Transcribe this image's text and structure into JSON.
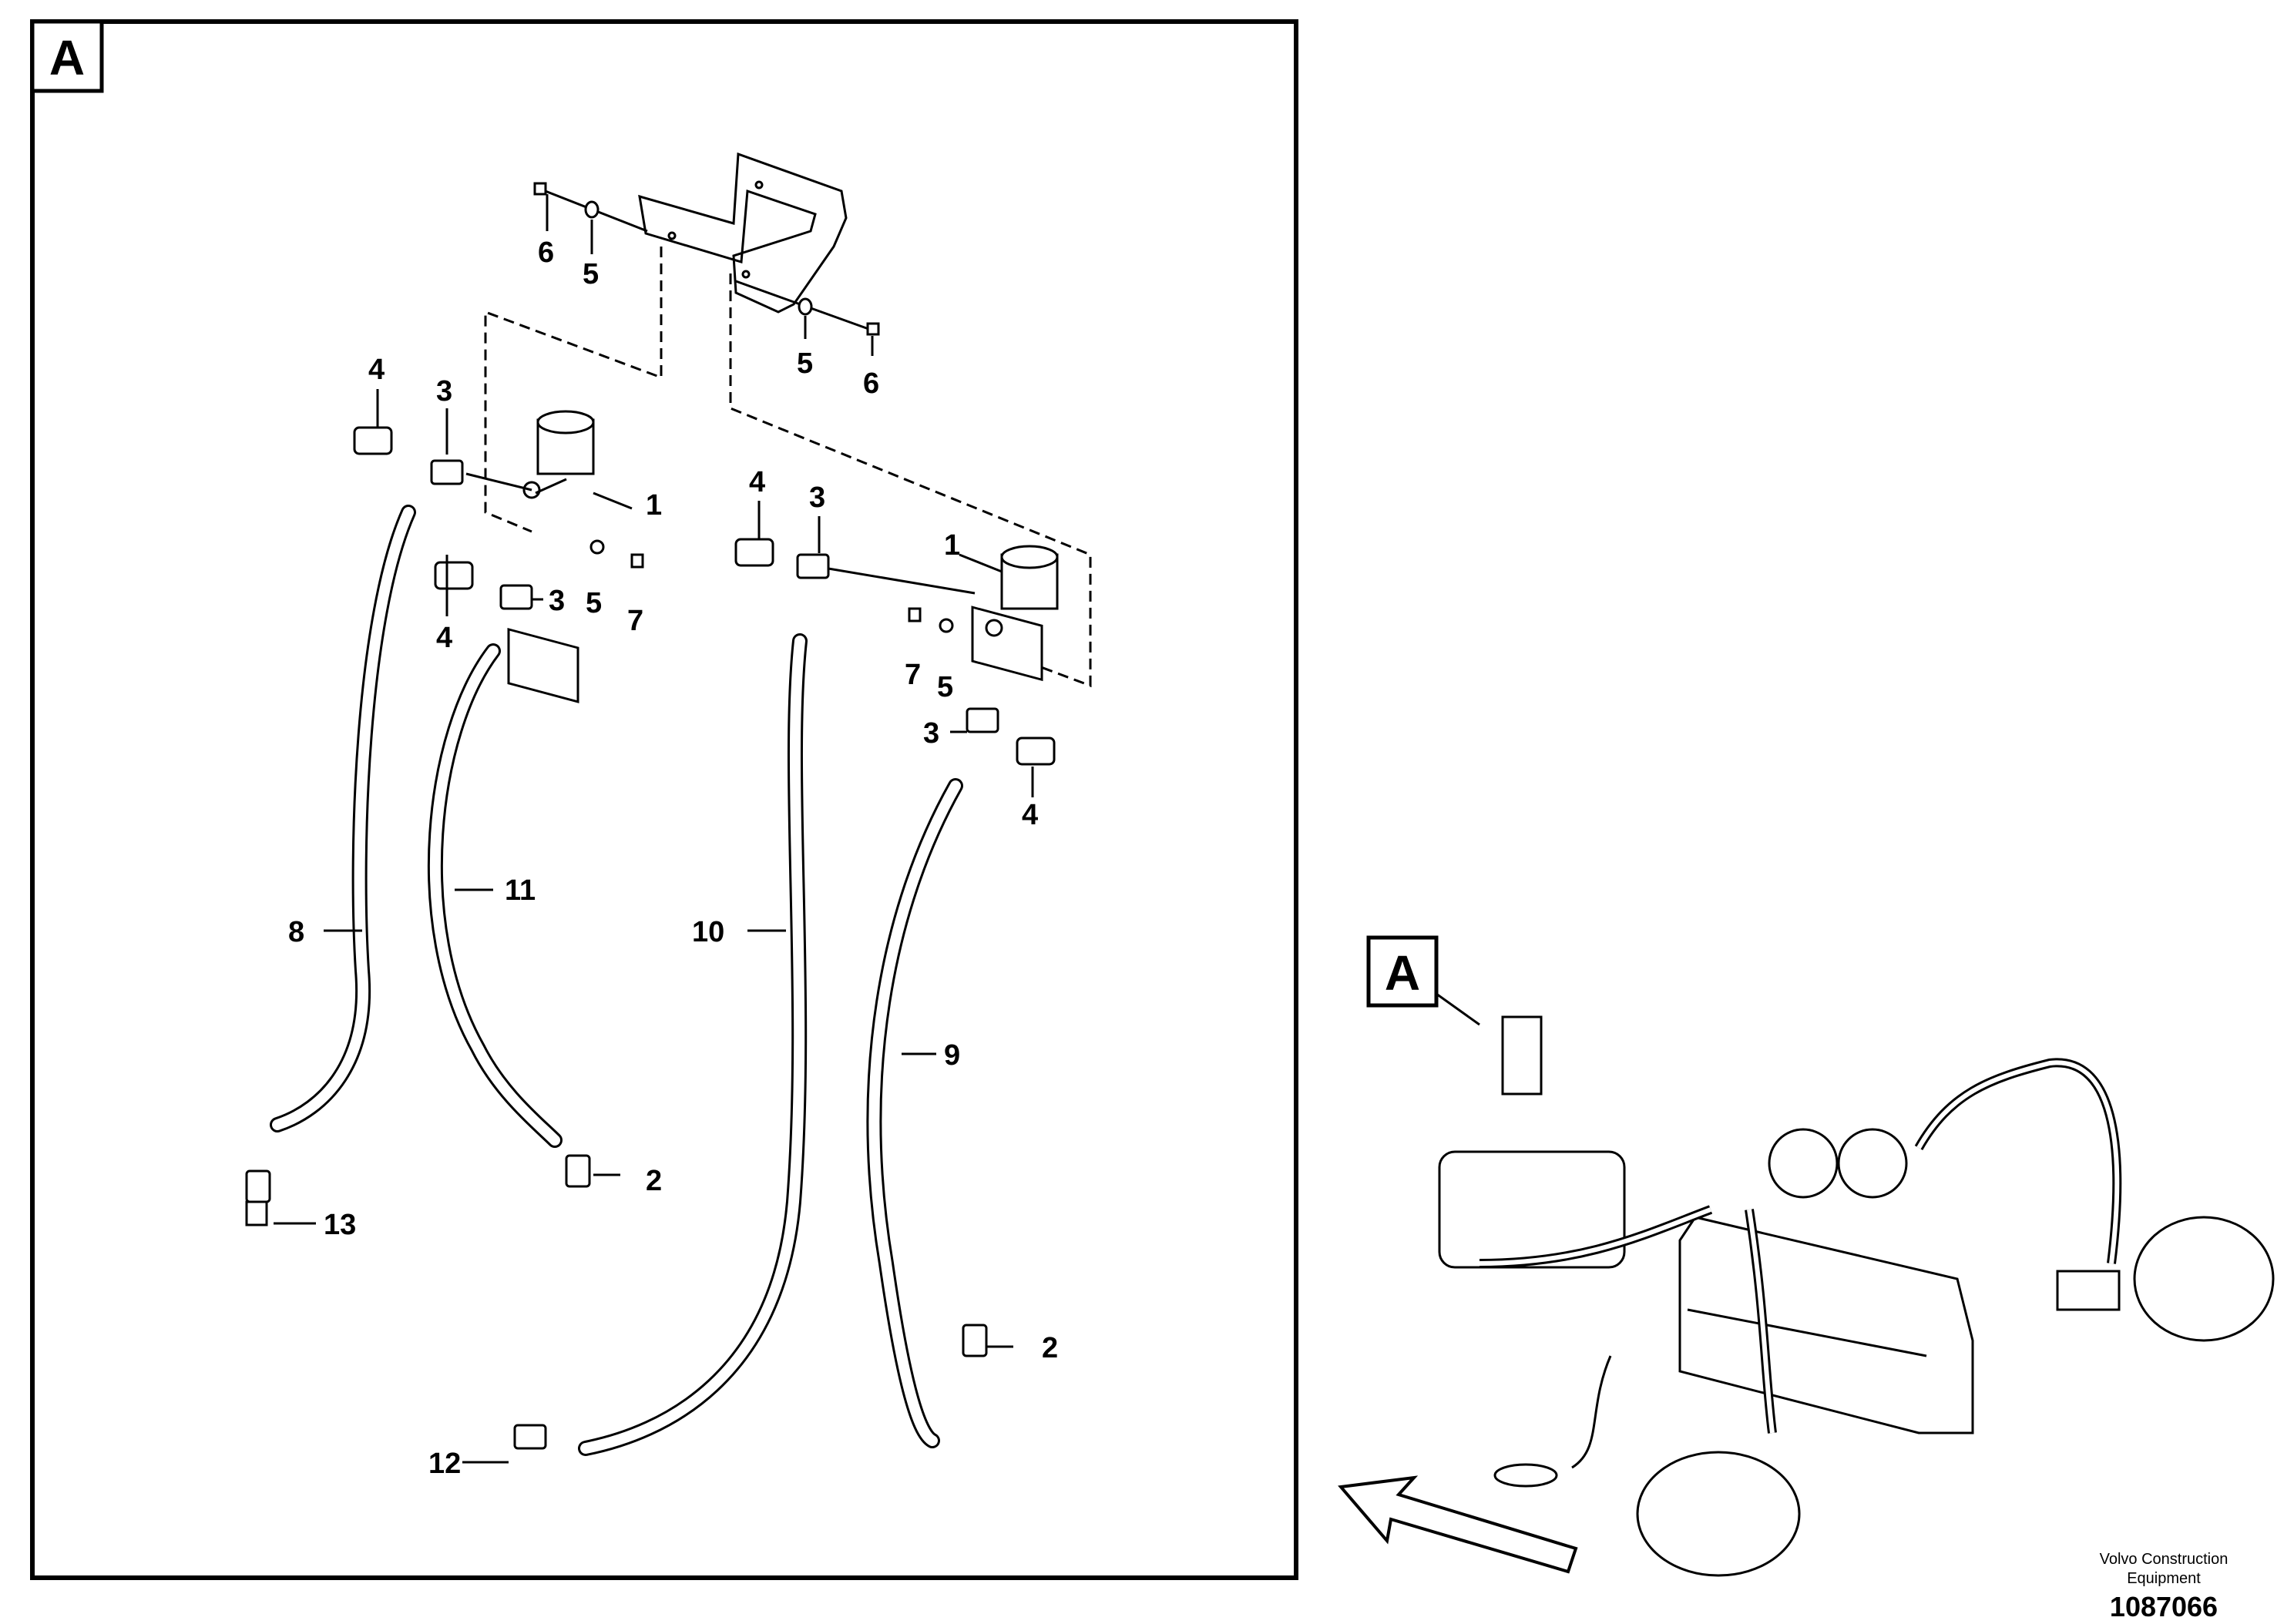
{
  "detail_view": {
    "id_label": "A",
    "callouts": [
      "1",
      "1",
      "2",
      "2",
      "3",
      "3",
      "3",
      "3",
      "4",
      "4",
      "4",
      "4",
      "5",
      "5",
      "5",
      "5",
      "6",
      "6",
      "7",
      "7",
      "8",
      "9",
      "10",
      "11",
      "12",
      "13"
    ]
  },
  "overview": {
    "id_label": "A"
  },
  "footer": {
    "brand_line1": "Volvo Construction",
    "brand_line2": "Equipment",
    "doc_number": "1087066"
  }
}
